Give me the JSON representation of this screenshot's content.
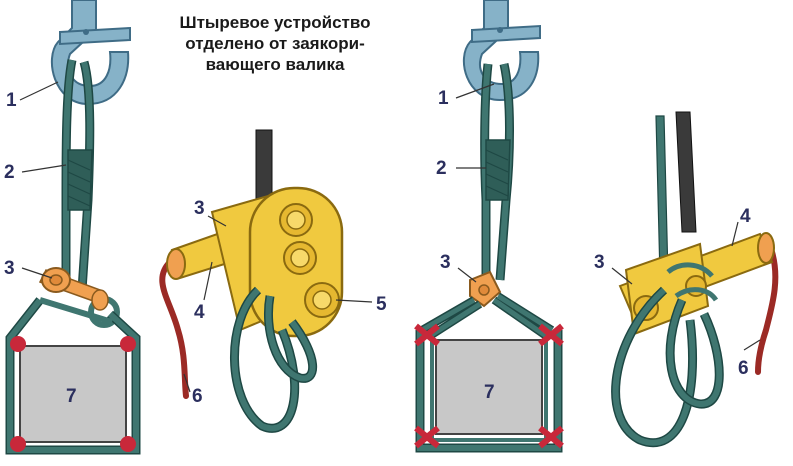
{
  "title_lines": [
    "Штыревое устройство",
    "отделено от заякори-",
    "вающего валика"
  ],
  "labels": {
    "l1": "1",
    "l2": "2",
    "l3": "3",
    "l7": "7",
    "m3": "3",
    "m4": "4",
    "m5": "5",
    "m6": "6",
    "r1": "1",
    "r2": "2",
    "r3": "3",
    "r7": "7",
    "s3": "3",
    "s4": "4",
    "s6": "6"
  },
  "colors": {
    "rope": "#3f7670",
    "rope_dark": "#1e4844",
    "hook": "#86b2c8",
    "yellow": "#f0c93f",
    "orange": "#f0a050",
    "cable_red": "#9b2a25",
    "clamp_red": "#c8283a",
    "load": "#c8c8c8",
    "steel": "#3a3a3a"
  }
}
